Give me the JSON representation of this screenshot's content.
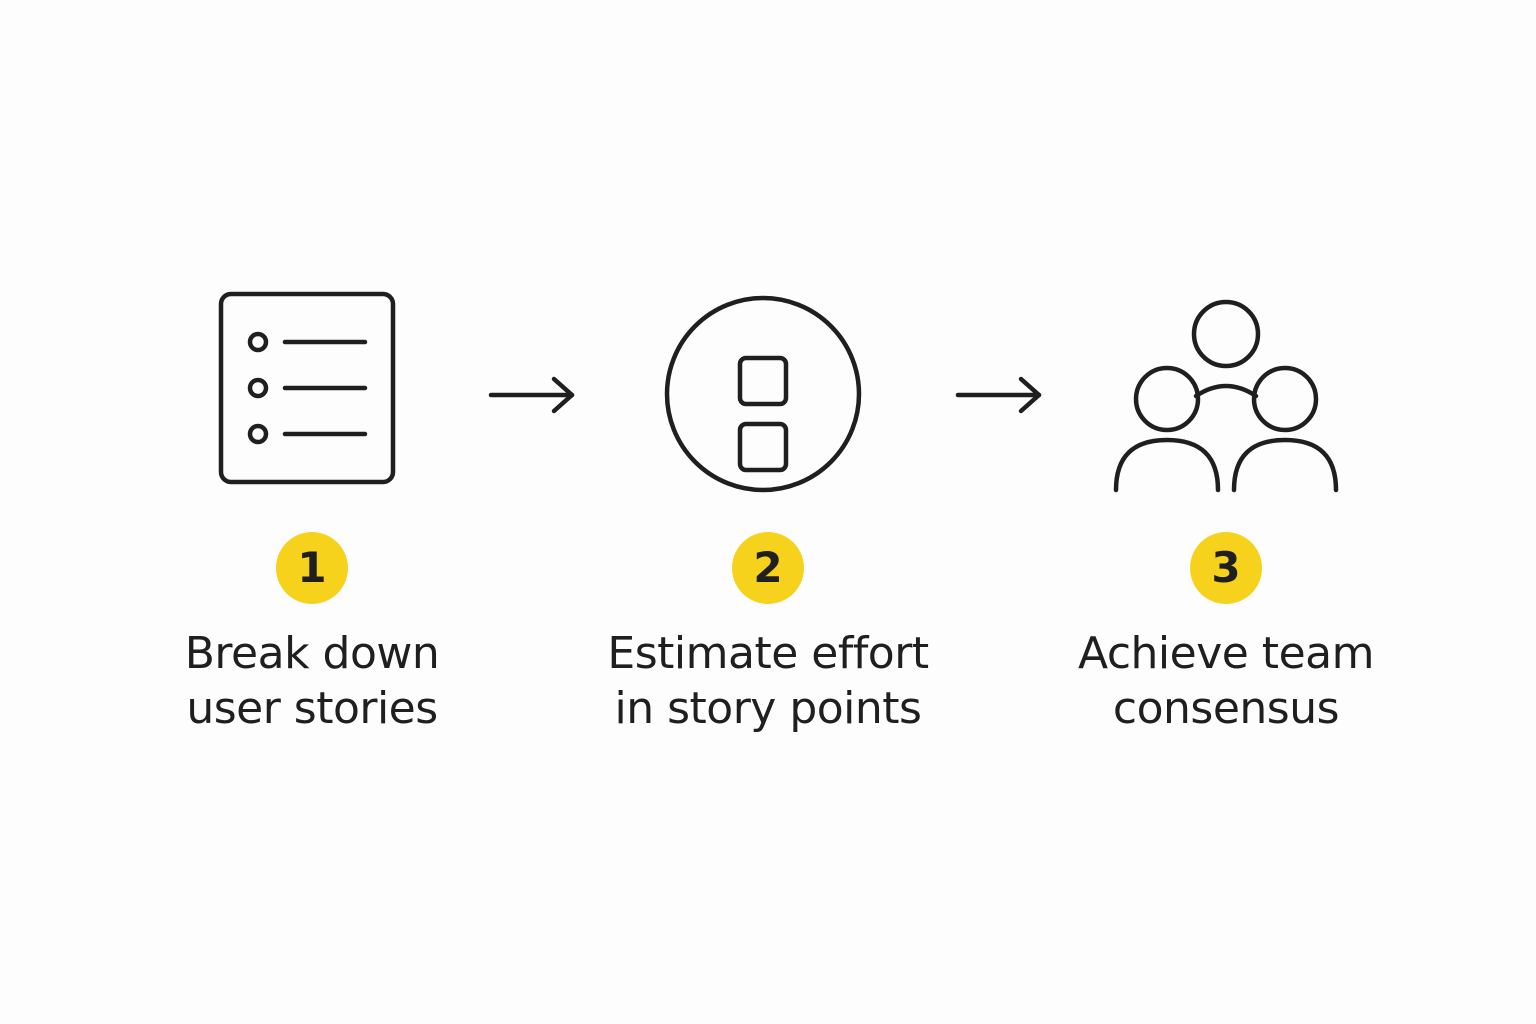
{
  "steps": [
    {
      "number": "1",
      "line1": "Break down",
      "line2": "user stories",
      "icon": "list-icon"
    },
    {
      "number": "2",
      "line1": "Estimate effort",
      "line2": "in story points",
      "icon": "story-points-icon"
    },
    {
      "number": "3",
      "line1": "Achieve team",
      "line2": "consensus",
      "icon": "team-icon"
    }
  ],
  "colors": {
    "badge": "#f7d21c",
    "stroke": "#1f1f1f",
    "background": "#fdfdfd"
  }
}
